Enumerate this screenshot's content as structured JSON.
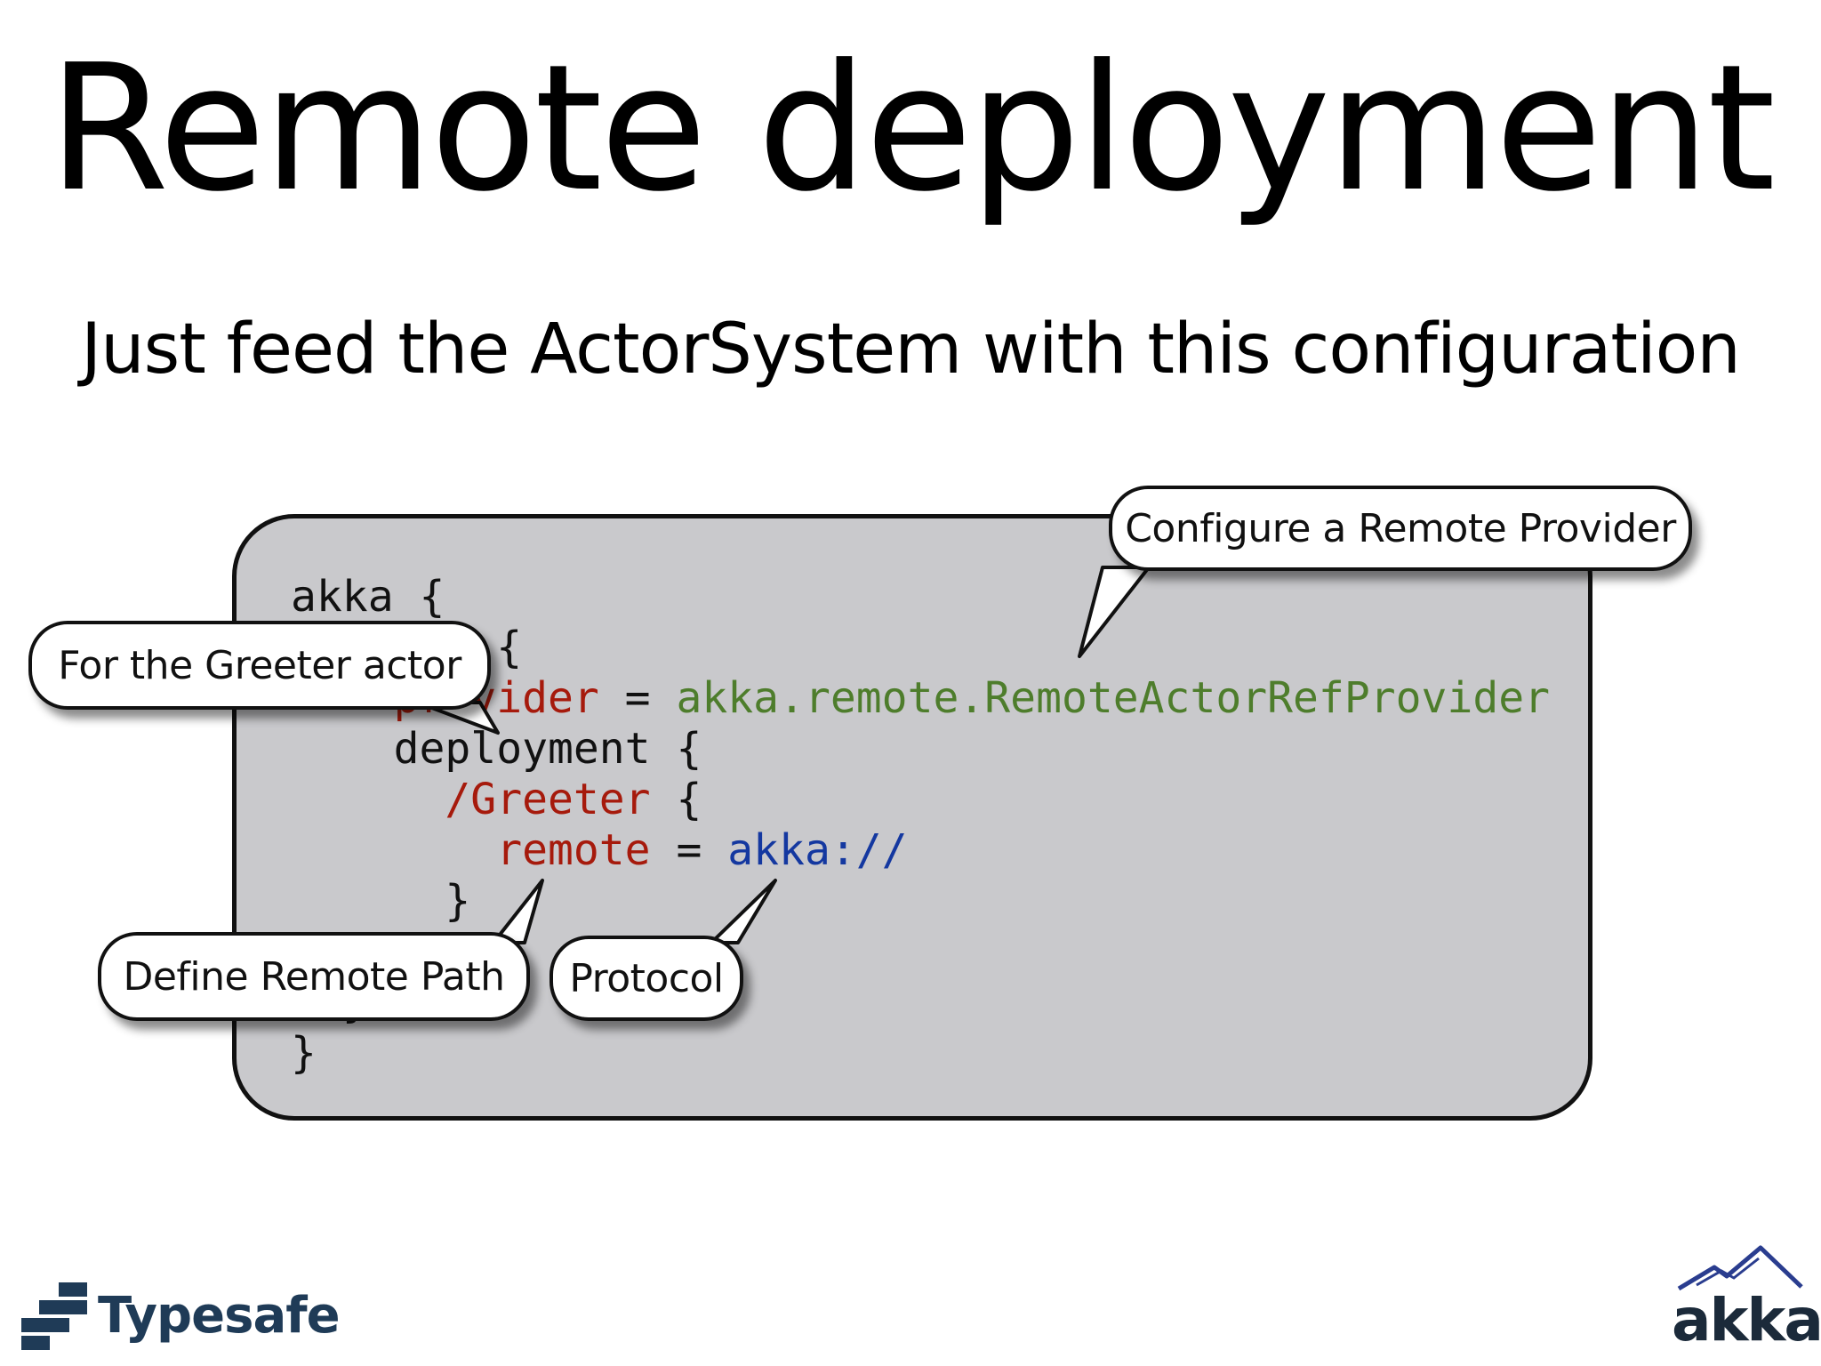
{
  "slide": {
    "title": "Remote deployment",
    "subtitle": "Just feed the ActorSystem with this configuration"
  },
  "code": {
    "line1": {
      "text": "akka {"
    },
    "line2": {
      "text": "  actor {"
    },
    "line3": {
      "key": "    provider",
      "op": " = ",
      "value": "akka.remote.RemoteActorRefProvider"
    },
    "line4": {
      "text": "    deployment {"
    },
    "line5": {
      "key": "      /Greeter",
      "rest": " {"
    },
    "line6": {
      "key": "        remote",
      "op": " = ",
      "value": "akka://"
    },
    "line7": {
      "text": "      }"
    },
    "line8": {
      "text": "    }"
    },
    "line9": {
      "text": "  }"
    },
    "line10": {
      "text": "}"
    }
  },
  "callouts": {
    "remote_provider": "Configure a Remote Provider",
    "greeter_actor": "For the Greeter actor",
    "remote_path": "Define Remote Path",
    "protocol": "Protocol"
  },
  "logos": {
    "typesafe": "Typesafe",
    "akka": "akka"
  },
  "colors": {
    "code_panel": "#c9c9cc",
    "config_key": "#a61a0c",
    "config_value": "#4e7d2c",
    "protocol_value": "#1438a0",
    "typesafe_brand": "#1f3b57",
    "akka_brand": "#2a3d8f"
  }
}
